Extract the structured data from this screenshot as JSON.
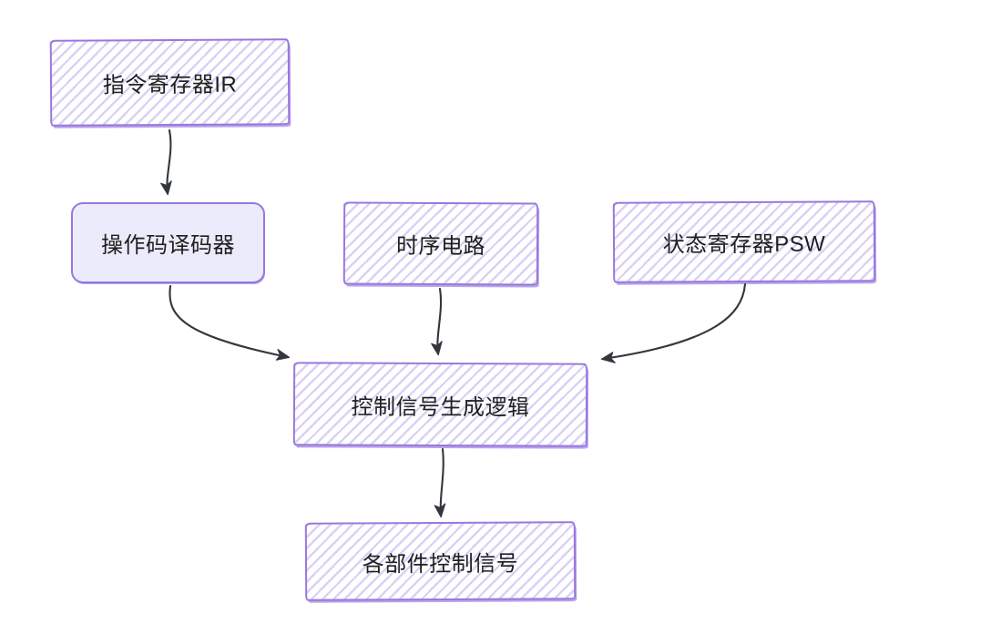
{
  "app": {
    "type": "hand-drawn flowchart / whiteboard diagram"
  },
  "colors": {
    "stroke": "#9878dd",
    "hatch": "#d8d2f6",
    "fill_solid": "#ecebfb",
    "arrow": "#33373d",
    "text": "#1f1f1f",
    "background": "#ffffff"
  },
  "diagram": {
    "nodes": [
      {
        "id": "instruction-register-ir",
        "label": "指令寄存器IR",
        "shape": "rectangle",
        "fill": "hachure"
      },
      {
        "id": "opcode-decoder",
        "label": "操作码译码器",
        "shape": "rounded-rectangle",
        "fill": "solid"
      },
      {
        "id": "timing-circuit",
        "label": "时序电路",
        "shape": "rectangle",
        "fill": "hachure"
      },
      {
        "id": "status-register-psw",
        "label": "状态寄存器PSW",
        "shape": "rectangle",
        "fill": "hachure"
      },
      {
        "id": "control-signal-generation-logic",
        "label": "控制信号生成逻辑",
        "shape": "rectangle",
        "fill": "hachure"
      },
      {
        "id": "component-control-signals",
        "label": "各部件控制信号",
        "shape": "rectangle",
        "fill": "hachure"
      }
    ],
    "edges": [
      {
        "from": "instruction-register-ir",
        "to": "opcode-decoder"
      },
      {
        "from": "opcode-decoder",
        "to": "control-signal-generation-logic"
      },
      {
        "from": "timing-circuit",
        "to": "control-signal-generation-logic"
      },
      {
        "from": "status-register-psw",
        "to": "control-signal-generation-logic"
      },
      {
        "from": "control-signal-generation-logic",
        "to": "component-control-signals"
      }
    ]
  }
}
